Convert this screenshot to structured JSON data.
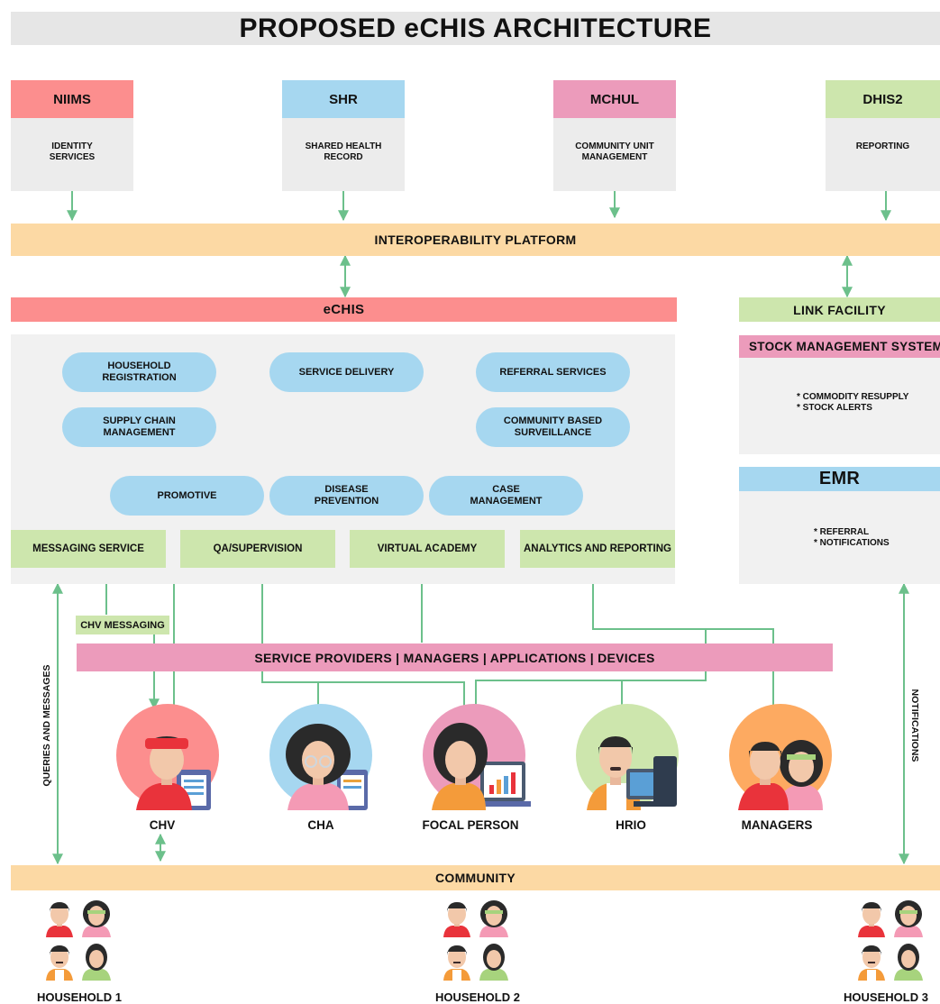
{
  "title": "PROPOSED eCHIS ARCHITECTURE",
  "colors": {
    "red": "#fc8e8e",
    "blue": "#a6d7f0",
    "pink": "#ec9bbb",
    "green": "#cde6ad",
    "yellow": "#fcd9a4",
    "grey": "#ececec",
    "line": "#6cc08b"
  },
  "systems": [
    {
      "name": "NIIMS",
      "desc": "IDENTITY\nSERVICES"
    },
    {
      "name": "SHR",
      "desc": "SHARED HEALTH\nRECORD"
    },
    {
      "name": "MCHUL",
      "desc": "COMMUNITY UNIT\nMANAGEMENT"
    },
    {
      "name": "DHIS2",
      "desc": "REPORTING"
    }
  ],
  "interop": "INTEROPERABILITY PLATFORM",
  "echis": "eCHIS",
  "services": {
    "household_registration": "HOUSEHOLD\nREGISTRATION",
    "service_delivery": "SERVICE DELIVERY",
    "referral_services": "REFERRAL SERVICES",
    "supply_chain": "SUPPLY CHAIN\nMANAGEMENT",
    "community_surveillance": "COMMUNITY BASED\nSURVEILLANCE",
    "promotive": "PROMOTIVE",
    "disease_prevention": "DISEASE\nPREVENTION",
    "case_management": "CASE\nMANAGEMENT"
  },
  "modules": {
    "messaging": "MESSAGING SERVICE",
    "qa": "QA/SUPERVISION",
    "academy": "VIRTUAL ACADEMY",
    "analytics": "ANALYTICS AND REPORTING"
  },
  "link_facility": "LINK FACILITY",
  "stock": {
    "title": "STOCK MANAGEMENT SYSTEM",
    "items": "* COMMODITY RESUPPLY\n* STOCK ALERTS"
  },
  "emr": {
    "title": "EMR",
    "items": "* REFERRAL\n* NOTIFICATIONS"
  },
  "chv_messaging": "CHV MESSAGING",
  "providers_band": "SERVICE PROVIDERS | MANAGERS | APPLICATIONS | DEVICES",
  "people": [
    "CHV",
    "CHA",
    "FOCAL PERSON",
    "HRIO",
    "MANAGERS"
  ],
  "queries_label": "QUERIES AND MESSAGES",
  "notifications_label": "NOTIFICATIONS",
  "community": "COMMUNITY",
  "households": [
    "HOUSEHOLD 1",
    "HOUSEHOLD 2",
    "HOUSEHOLD 3"
  ]
}
